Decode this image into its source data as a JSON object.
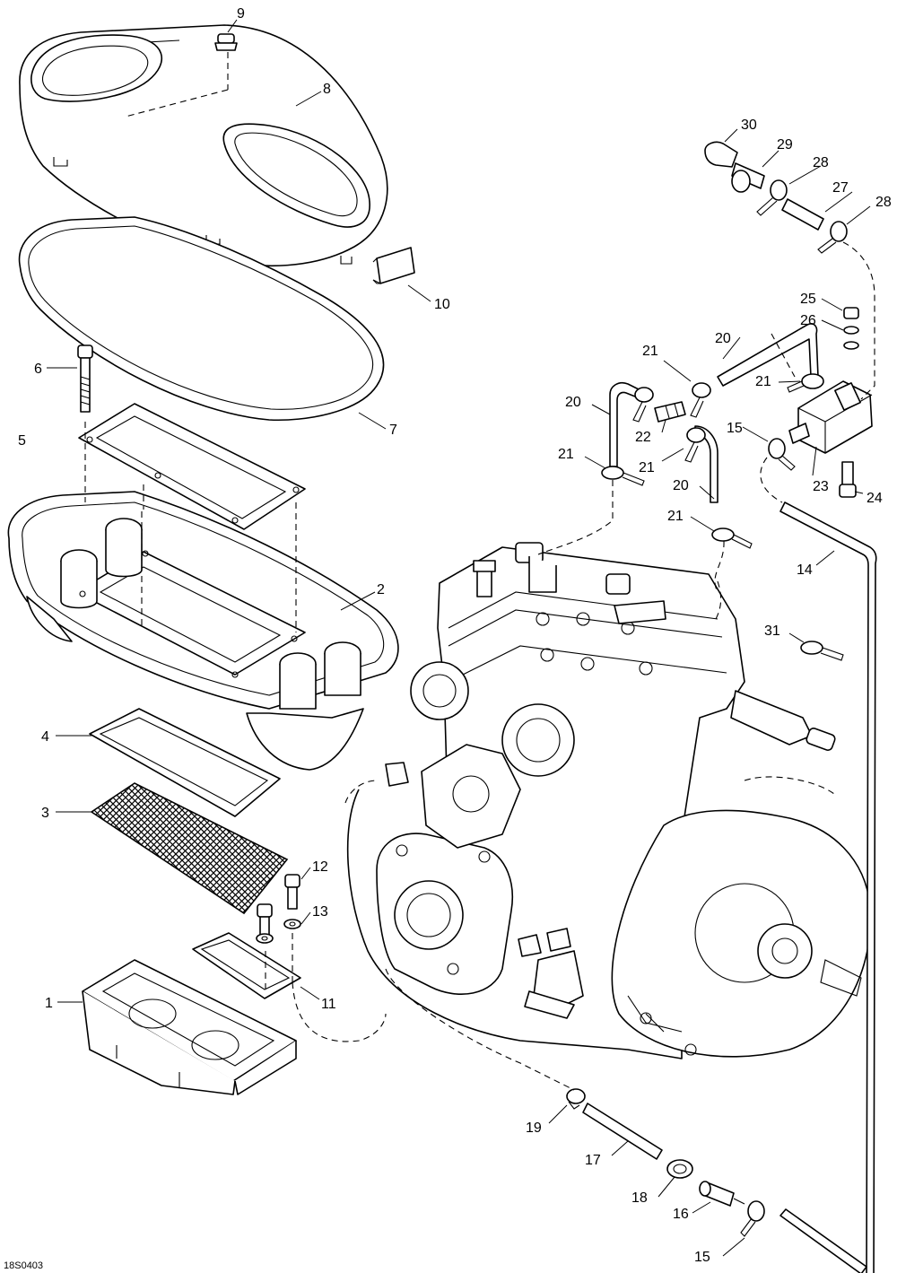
{
  "diagram": {
    "drawing_code": "18S0403",
    "callouts": [
      {
        "id": "c1",
        "text": "1"
      },
      {
        "id": "c2",
        "text": "2"
      },
      {
        "id": "c3",
        "text": "3"
      },
      {
        "id": "c4",
        "text": "4"
      },
      {
        "id": "c5",
        "text": "5"
      },
      {
        "id": "c6",
        "text": "6"
      },
      {
        "id": "c7",
        "text": "7"
      },
      {
        "id": "c8",
        "text": "8"
      },
      {
        "id": "c9",
        "text": "9"
      },
      {
        "id": "c10",
        "text": "10"
      },
      {
        "id": "c11",
        "text": "11"
      },
      {
        "id": "c12",
        "text": "12"
      },
      {
        "id": "c13",
        "text": "13"
      },
      {
        "id": "c14",
        "text": "14"
      },
      {
        "id": "c15a",
        "text": "15"
      },
      {
        "id": "c15b",
        "text": "15"
      },
      {
        "id": "c16",
        "text": "16"
      },
      {
        "id": "c17",
        "text": "17"
      },
      {
        "id": "c18",
        "text": "18"
      },
      {
        "id": "c19",
        "text": "19"
      },
      {
        "id": "c20a",
        "text": "20"
      },
      {
        "id": "c20b",
        "text": "20"
      },
      {
        "id": "c20c",
        "text": "20"
      },
      {
        "id": "c21a",
        "text": "21"
      },
      {
        "id": "c21b",
        "text": "21"
      },
      {
        "id": "c21c",
        "text": "21"
      },
      {
        "id": "c21d",
        "text": "21"
      },
      {
        "id": "c21e",
        "text": "21"
      },
      {
        "id": "c22",
        "text": "22"
      },
      {
        "id": "c23",
        "text": "23"
      },
      {
        "id": "c24",
        "text": "24"
      },
      {
        "id": "c25",
        "text": "25"
      },
      {
        "id": "c26",
        "text": "26"
      },
      {
        "id": "c27",
        "text": "27"
      },
      {
        "id": "c28a",
        "text": "28"
      },
      {
        "id": "c28b",
        "text": "28"
      },
      {
        "id": "c29",
        "text": "29"
      },
      {
        "id": "c30",
        "text": "30"
      },
      {
        "id": "c31",
        "text": "31"
      }
    ]
  }
}
